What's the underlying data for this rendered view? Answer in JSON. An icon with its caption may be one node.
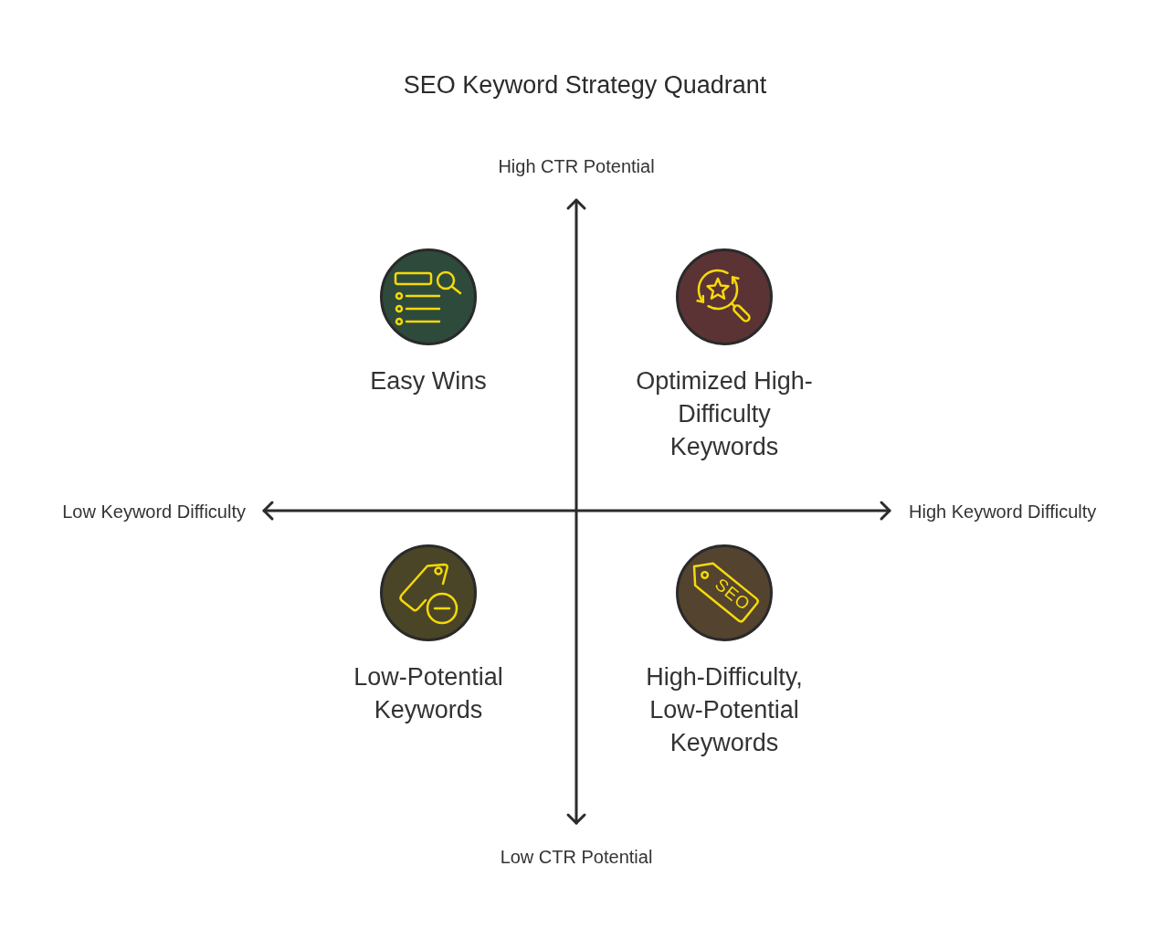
{
  "diagram": {
    "title": "SEO Keyword Strategy Quadrant",
    "nodes": [
      {
        "text": [
          "Easy Wins"
        ]
      },
      {
        "text": [
          "Optimized High-Difficulty Keywords"
        ]
      },
      {
        "text": [
          "Low-Potential Keywords"
        ]
      },
      {
        "text": [
          "High-Difficulty, Low-Potential Keywords"
        ]
      }
    ],
    "labels": [
      "High CTR Potential",
      "Low Keyword Difficulty",
      "High Keyword Difficulty",
      "SEO",
      "Low CTR Potential"
    ]
  }
}
